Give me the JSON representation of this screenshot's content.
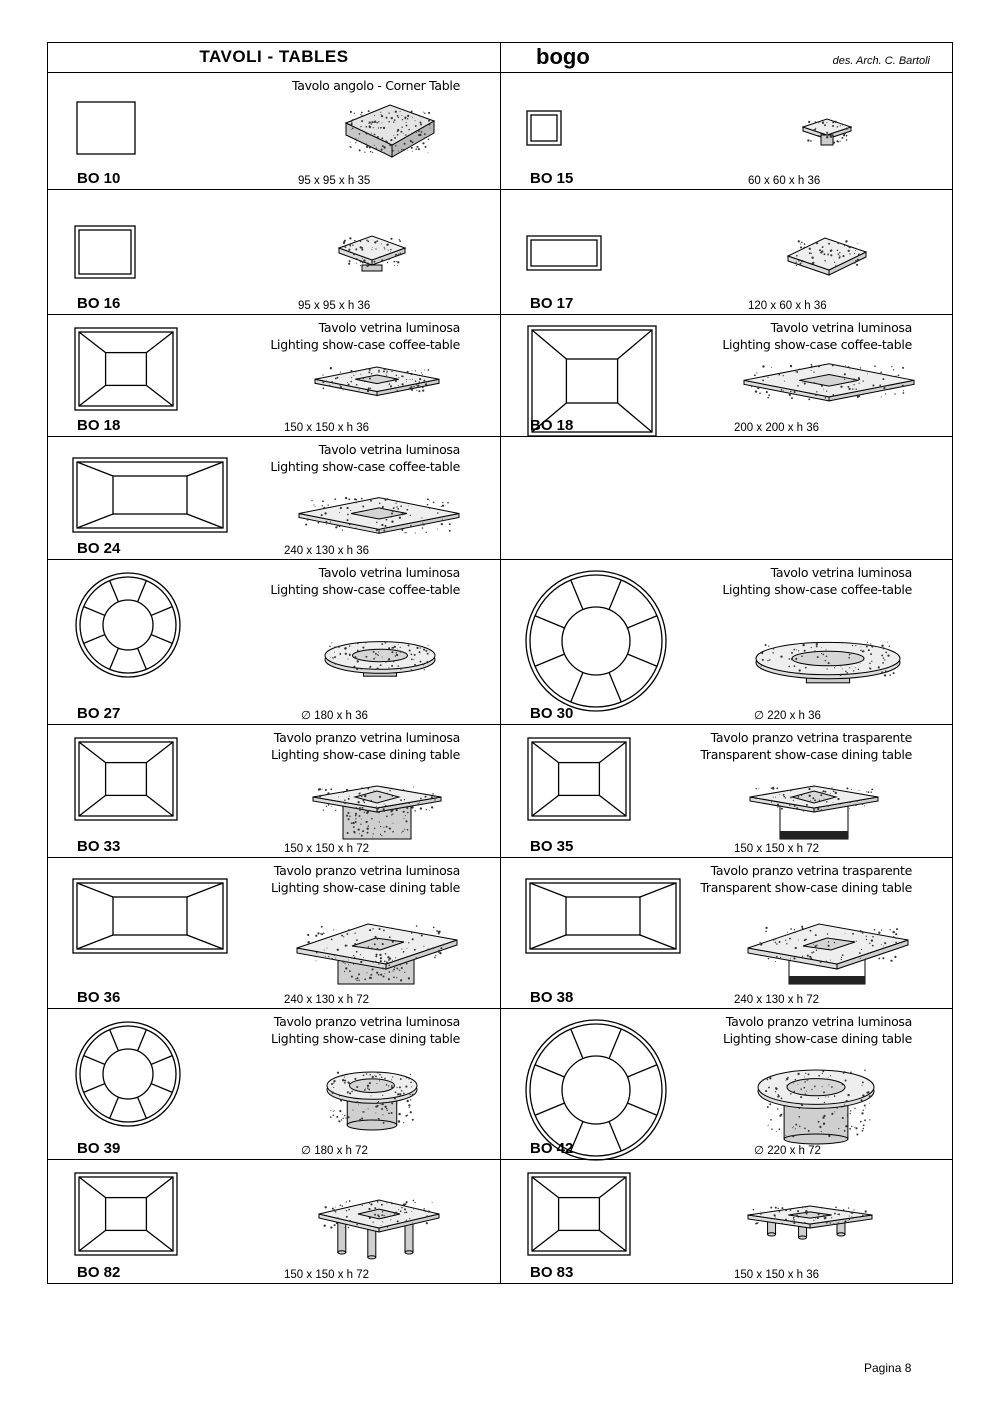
{
  "header": {
    "title": "TAVOLI - TABLES",
    "brand": "bogo",
    "designer": "des. Arch. C. Bartoli"
  },
  "products": [
    {
      "code": "BO 10",
      "dims": "95 x 95 x h 35",
      "desc1": "Tavolo angolo - Corner Table",
      "desc2": ""
    },
    {
      "code": "BO 15",
      "dims": "60 x 60 x h 36",
      "desc1": "",
      "desc2": ""
    },
    {
      "code": "BO 16",
      "dims": "95 x 95 x h 36",
      "desc1": "",
      "desc2": ""
    },
    {
      "code": "BO 17",
      "dims": "120 x 60 x h 36",
      "desc1": "",
      "desc2": ""
    },
    {
      "code": "BO 18",
      "dims": "150 x 150 x h 36",
      "desc1": "Tavolo vetrina luminosa",
      "desc2": "Lighting show-case coffee-table"
    },
    {
      "code": "BO 18",
      "dims": "200 x 200 x h 36",
      "desc1": "Tavolo vetrina luminosa",
      "desc2": "Lighting show-case coffee-table"
    },
    {
      "code": "BO 24",
      "dims": "240 x 130 x h 36",
      "desc1": "Tavolo vetrina luminosa",
      "desc2": "Lighting show-case coffee-table"
    },
    {
      "code": "BO 27",
      "dims": "∅ 180 x h 36",
      "desc1": "Tavolo vetrina luminosa",
      "desc2": "Lighting show-case coffee-table"
    },
    {
      "code": "BO 30",
      "dims": "∅ 220 x h 36",
      "desc1": "Tavolo vetrina luminosa",
      "desc2": "Lighting show-case coffee-table"
    },
    {
      "code": "BO 33",
      "dims": "150 x 150 x h 72",
      "desc1": "Tavolo pranzo vetrina luminosa",
      "desc2": "Lighting show-case dining table"
    },
    {
      "code": "BO 35",
      "dims": "150 x 150 x h 72",
      "desc1": "Tavolo pranzo vetrina trasparente",
      "desc2": "Transparent show-case dining table"
    },
    {
      "code": "BO 36",
      "dims": "240 x 130 x h 72",
      "desc1": "Tavolo pranzo vetrina luminosa",
      "desc2": "Lighting show-case dining table"
    },
    {
      "code": "BO 38",
      "dims": "240 x 130 x h 72",
      "desc1": "Tavolo pranzo vetrina trasparente",
      "desc2": "Transparent show-case dining table"
    },
    {
      "code": "BO 39",
      "dims": "∅ 180 x h 72",
      "desc1": "Tavolo pranzo vetrina luminosa",
      "desc2": "Lighting show-case dining table"
    },
    {
      "code": "BO 42",
      "dims": "∅ 220 x h 72",
      "desc1": "Tavolo pranzo vetrina luminosa",
      "desc2": "Lighting show-case dining table"
    },
    {
      "code": "BO 82",
      "dims": "150 x 150 x h 72",
      "desc1": "",
      "desc2": ""
    },
    {
      "code": "BO 83",
      "dims": "150 x 150 x h 36",
      "desc1": "",
      "desc2": ""
    }
  ],
  "footer": {
    "page": "Pagina 8"
  }
}
